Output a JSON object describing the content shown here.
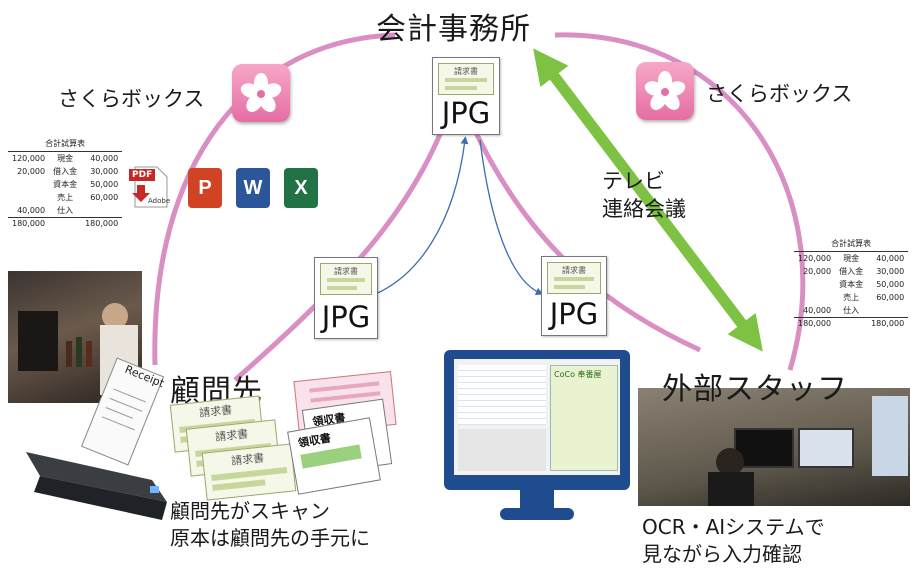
{
  "nodes": {
    "office": "会計事務所",
    "client": "顧問先",
    "staff": "外部スタッフ",
    "sakura_left": "さくらボックス",
    "sakura_right": "さくらボックス",
    "tv_conference": [
      "テレビ",
      "連絡会議"
    ]
  },
  "jpg_labels": {
    "top": "JPG",
    "left": "JPG",
    "right": "JPG"
  },
  "invoice_label": "請求書",
  "receipt_label": "領収書",
  "receipt_text": "Receipt",
  "captions": {
    "client": [
      "顧問先がスキャン",
      "原本は顧問先の手元に"
    ],
    "staff": [
      "OCR・AIシステムで",
      "見ながら入力確認"
    ]
  },
  "file_icons": {
    "pdf": "PDF",
    "pdf_brand": "Adobe",
    "ppt": "P",
    "word": "W",
    "excel": "X"
  },
  "trial_balance": {
    "title": "合計試算表",
    "rows": [
      {
        "debit": "120,000",
        "account": "現金",
        "credit": "40,000"
      },
      {
        "debit": "20,000",
        "account": "借入金",
        "credit": "30,000"
      },
      {
        "debit": "",
        "account": "資本金",
        "credit": "50,000"
      },
      {
        "debit": "",
        "account": "売上",
        "credit": "60,000"
      },
      {
        "debit": "40,000",
        "account": "仕入",
        "credit": ""
      }
    ],
    "total_debit": "180,000",
    "total_credit": "180,000"
  },
  "software_badge": "CoCo 奉番屋",
  "colors": {
    "ring": "#d98ec4",
    "arrow_green": "#7dc242",
    "blue_arrow": "#3a6fb0",
    "sakura_pink": "#e56ea3"
  }
}
